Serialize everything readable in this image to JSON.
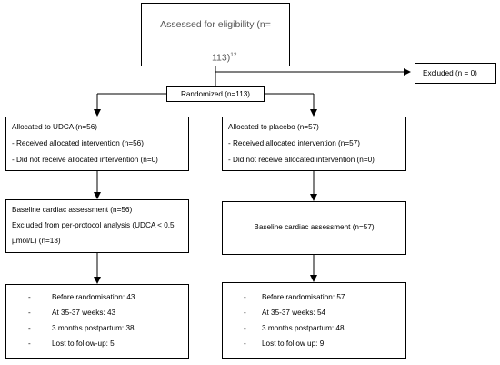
{
  "assessed": {
    "line1": "Assessed for eligibility (n=",
    "line2": "113)",
    "sup": "12"
  },
  "excluded": {
    "label": "Excluded (n = 0)"
  },
  "randomized": {
    "label": "Randomized (n=113)"
  },
  "udca_alloc": {
    "title": "Allocated to UDCA (n=56)",
    "received": "- Received allocated intervention (n=56)",
    "not_received": "- Did not receive allocated intervention (n=0)"
  },
  "placebo_alloc": {
    "title": "Allocated to placebo (n=57)",
    "received": "- Received allocated intervention (n=57)",
    "not_received": "- Did not receive allocated intervention (n=0)"
  },
  "udca_baseline": {
    "line1": "Baseline cardiac assessment (n=56)",
    "line2": "Excluded from per-protocol analysis (UDCA < 0.5",
    "line3": "µmol/L) (n=13)"
  },
  "placebo_baseline": {
    "line1": "Baseline cardiac assessment (n=57)"
  },
  "udca_outcomes": {
    "dash": "-",
    "items": [
      "Before randomisation: 43",
      "At 35-37 weeks: 43",
      "3 months postpartum: 38",
      "Lost to follow-up: 5"
    ]
  },
  "placebo_outcomes": {
    "dash": "-",
    "items": [
      "Before randomisation: 57",
      "At 35-37 weeks: 54",
      "3 months postpartum: 48",
      "Lost to follow up: 9"
    ]
  }
}
